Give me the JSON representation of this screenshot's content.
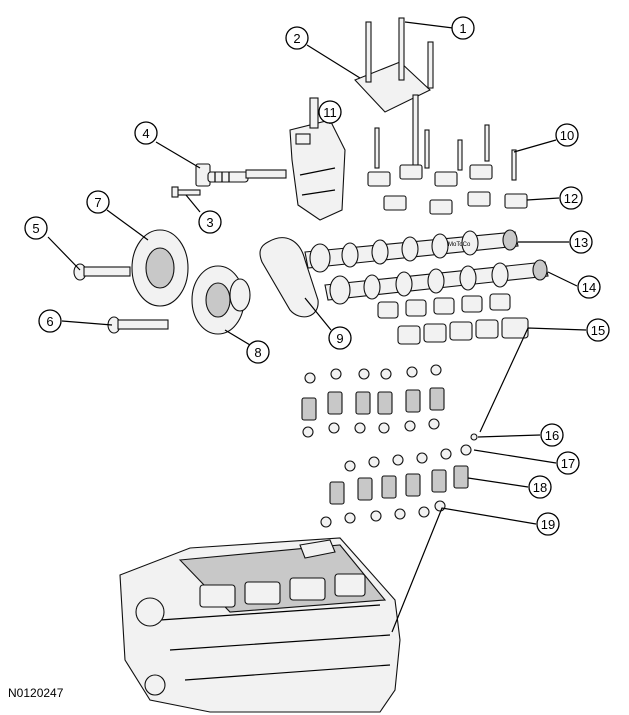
{
  "figure": {
    "reference_code": "N0120247",
    "callouts": [
      "1",
      "2",
      "3",
      "4",
      "5",
      "6",
      "7",
      "8",
      "9",
      "10",
      "11",
      "12",
      "13",
      "14",
      "15",
      "16",
      "17",
      "18",
      "19"
    ],
    "brand_mark": "MoToCo"
  }
}
